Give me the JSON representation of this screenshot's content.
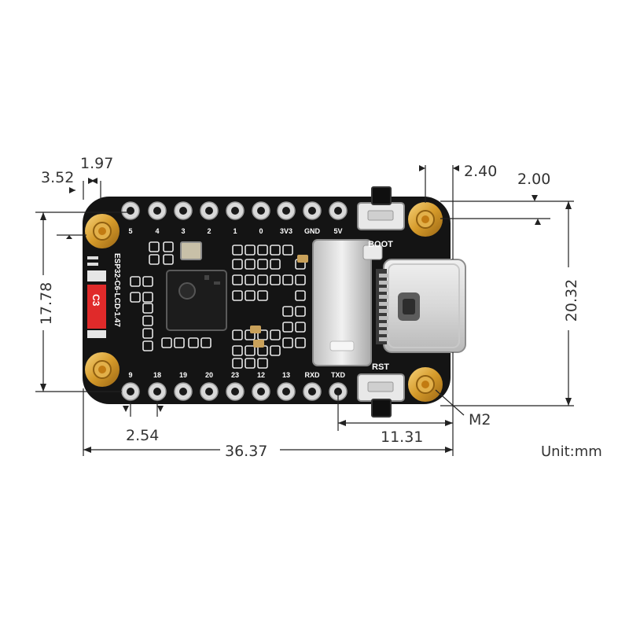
{
  "board": {
    "model_text": "ESP32-C6-LCD-1.47",
    "chip_badge": "C3",
    "top_pin_labels": [
      "5",
      "4",
      "3",
      "2",
      "1",
      "0",
      "3V3",
      "GND",
      "5V"
    ],
    "bottom_pin_labels": [
      "9",
      "18",
      "19",
      "20",
      "23",
      "12",
      "13",
      "RXD",
      "TXD"
    ],
    "boot_label": "BOOT",
    "rst_label": "RST"
  },
  "dimensions": {
    "hole_offset_x": "3.52",
    "hole_diameter": "1.97",
    "right_hole_offset_x": "2.40",
    "right_hole_offset_y": "2.00",
    "hole_spacing_y": "17.78",
    "board_height": "20.32",
    "pin_pitch": "2.54",
    "overall_length": "36.37",
    "usb_to_pin_distance": "11.31",
    "mount_screw": "M2",
    "unit": "Unit:mm"
  }
}
